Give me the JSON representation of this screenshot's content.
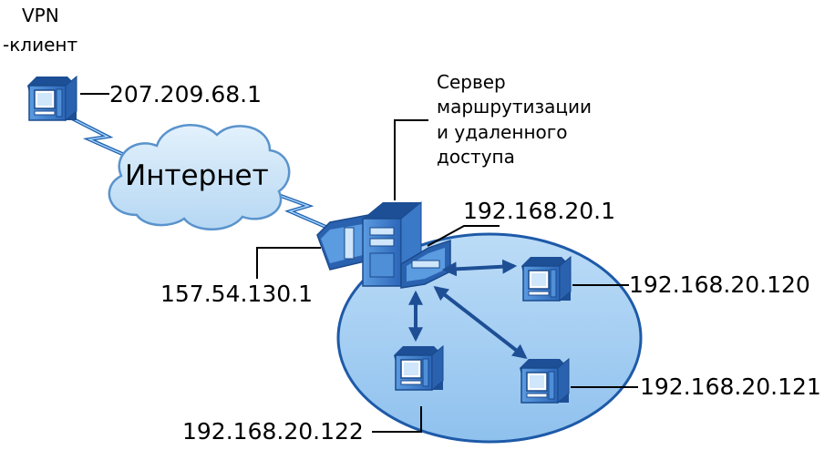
{
  "colors": {
    "network_fill": "#a8cff2",
    "network_stroke": "#1e5aa8",
    "cloud_fill": "#c9e3f8",
    "cloud_stroke": "#5a93cc",
    "device_blue": "#2e6fc4",
    "arrow": "#1e4f95"
  },
  "vpn_client": {
    "label_line1": "VPN",
    "label_line2": "-клиент",
    "ip": "207.209.68.1",
    "icon": "computer-icon"
  },
  "internet": {
    "label": "Интернет",
    "icon": "cloud-icon"
  },
  "server": {
    "label_lines": [
      "Сервер",
      "маршрутизации",
      "и удаленного",
      "доступа"
    ],
    "external_ip": "157.54.130.1",
    "internal_ip": "192.168.20.1",
    "icon": "server-icon"
  },
  "clients": [
    {
      "ip": "192.168.20.120",
      "icon": "computer-icon"
    },
    {
      "ip": "192.168.20.121",
      "icon": "computer-icon"
    },
    {
      "ip": "192.168.20.122",
      "icon": "computer-icon"
    }
  ]
}
